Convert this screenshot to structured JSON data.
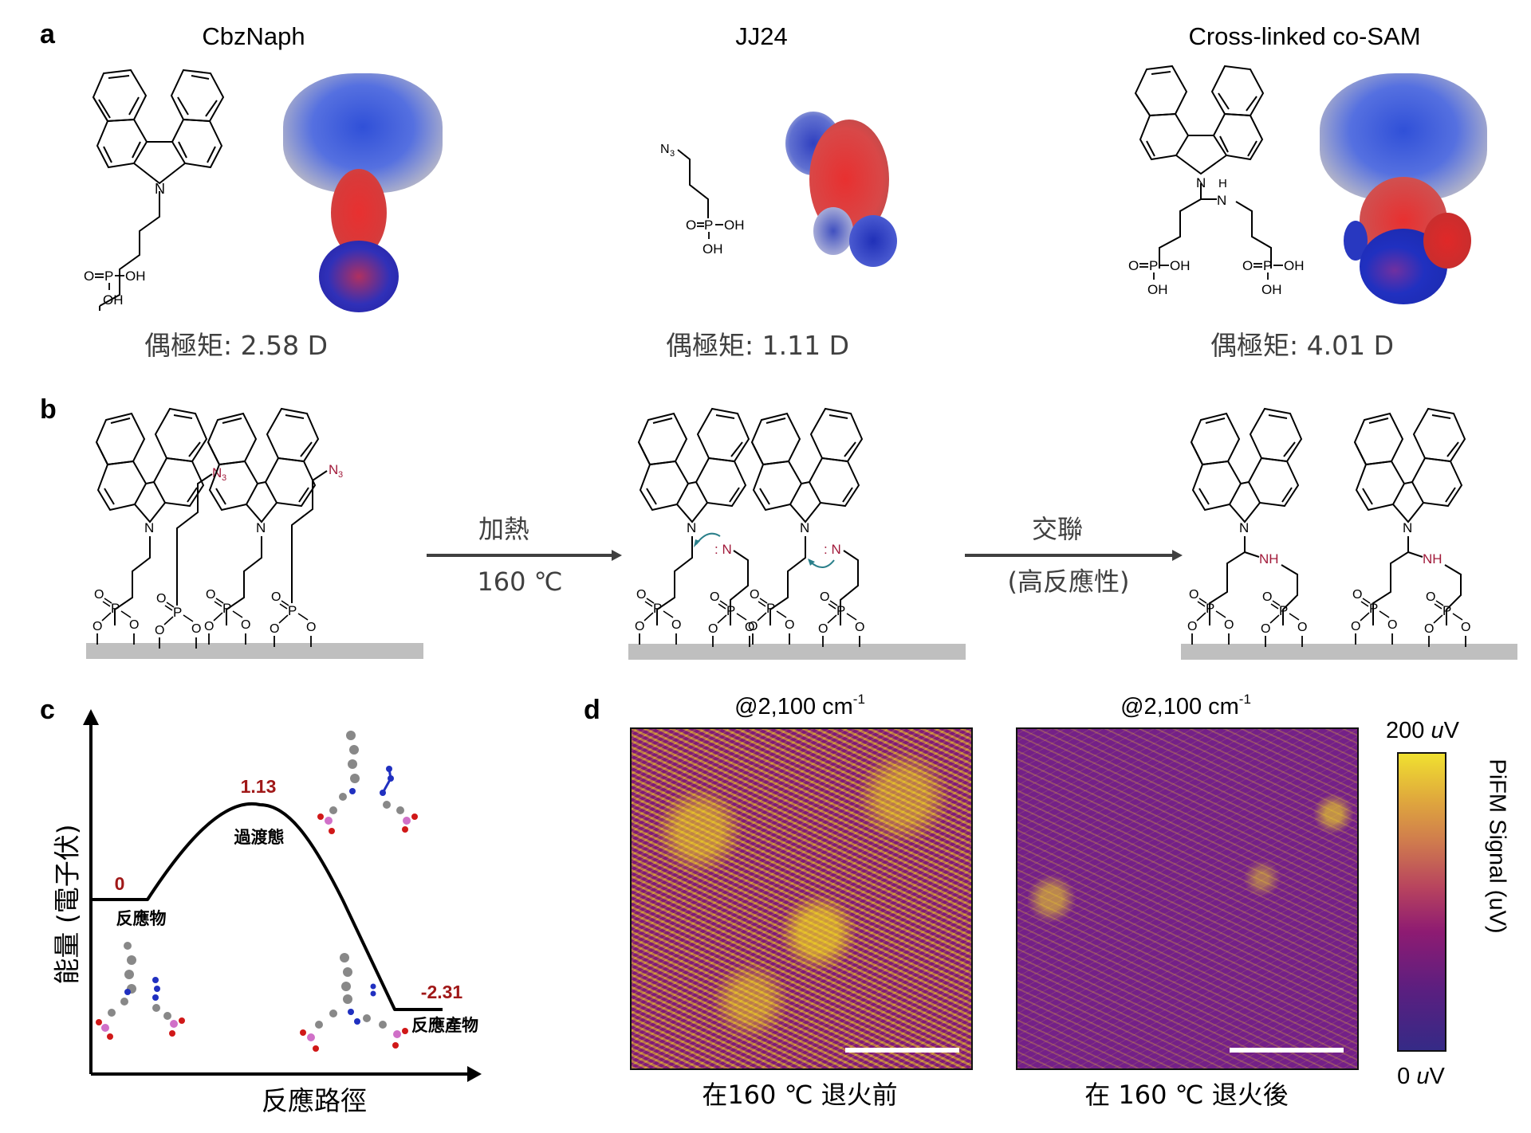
{
  "panel_labels": {
    "a": "a",
    "b": "b",
    "c": "c",
    "d": "d"
  },
  "panel_a": {
    "molecules": [
      {
        "name": "CbzNaph",
        "dipole_label": "偶極矩: 2.58 D",
        "dipole_value_D": 2.58
      },
      {
        "name": "JJ24",
        "dipole_label": "偶極矩: 1.11 D",
        "dipole_value_D": 1.11
      },
      {
        "name": "Cross-linked co-SAM",
        "dipole_label": "偶極矩: 4.01 D",
        "dipole_value_D": 4.01
      }
    ],
    "atom_labels": {
      "N": "N",
      "N3": "N",
      "N3_sub": "3",
      "P": "P",
      "O": "O",
      "OH": "OH",
      "H": "H"
    }
  },
  "panel_b": {
    "step1": {
      "top": "加熱",
      "bottom": "160 ℃"
    },
    "step2": {
      "top": "交聯",
      "bottom": "(高反應性)"
    },
    "labels": {
      "azide": "N",
      "azide_sub": "3",
      "nitrene": ": N",
      "amine": "NH",
      "carbazole_N": "N",
      "P": "P",
      "O": "O"
    },
    "colors": {
      "azide": "#a11a3a",
      "curved_arrow": "#2a7f8a",
      "substrate": "#bfbfbf",
      "arrow": "#404040"
    }
  },
  "chart_data": [
    {
      "type": "line",
      "title": "Reaction energy profile",
      "xlabel": "反應路徑",
      "ylabel": "能量 (電子伏)",
      "points": [
        {
          "label": "反應物",
          "energy_eV": 0
        },
        {
          "label": "過渡態",
          "energy_eV": 1.13
        },
        {
          "label": "反應產物",
          "energy_eV": -2.31
        }
      ],
      "value_labels": [
        "0",
        "1.13",
        "-2.31"
      ],
      "value_color": "#a01818"
    },
    {
      "type": "heatmap",
      "title": "PiFM maps @2,100 cm-1",
      "maps": [
        {
          "title": "@2,100 cm",
          "title_sup": "-1",
          "caption": "在160 ℃ 退火前",
          "yellow_fraction": "high"
        },
        {
          "title": "@2,100 cm",
          "title_sup": "-1",
          "caption": "在 160 ℃ 退火後",
          "yellow_fraction": "low"
        }
      ],
      "colorbar": {
        "max_label_num": "200 ",
        "max_label_unit": "u",
        "max_label_v": "V",
        "min_label_num": "0 ",
        "min_label_unit": "u",
        "min_label_v": "V",
        "label": "PiFM Signal (uV)",
        "range": [
          0,
          200
        ],
        "colormap": "plasma"
      }
    }
  ]
}
